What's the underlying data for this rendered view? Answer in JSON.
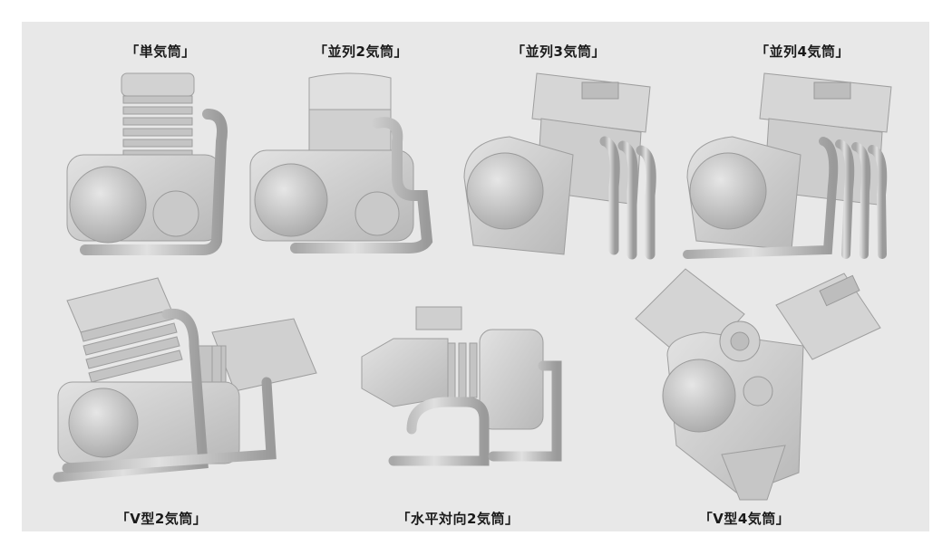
{
  "engines": [
    {
      "label": "「単気筒」",
      "type": "single-cylinder"
    },
    {
      "label": "「並列2気筒」",
      "type": "parallel-twin"
    },
    {
      "label": "「並列3気筒」",
      "type": "inline-three"
    },
    {
      "label": "「並列4気筒」",
      "type": "inline-four"
    },
    {
      "label": "「V型2気筒」",
      "type": "v-twin"
    },
    {
      "label": "「水平対向2気筒」",
      "type": "flat-twin"
    },
    {
      "label": "「V型4気筒」",
      "type": "v-four"
    }
  ],
  "colors": {
    "background": "#e8e8e8",
    "engine_light": "#d6d6d6",
    "engine_mid": "#bdbdbd",
    "engine_dark": "#9a9a9a"
  }
}
